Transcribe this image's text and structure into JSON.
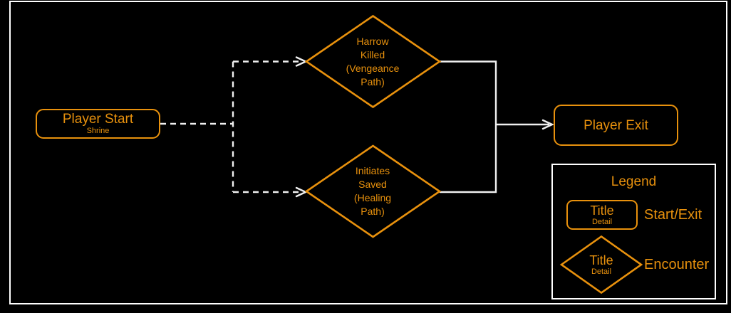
{
  "colors": {
    "accent": "#E8910D",
    "line": "#F0F0F0",
    "frame": "#FFFFFF",
    "background": "#000000"
  },
  "nodes": {
    "start": {
      "title": "Player Start",
      "detail": "Shrine"
    },
    "encounter_vengeance": {
      "lines": [
        "Harrow",
        "Killed",
        "(Vengeance",
        "Path)"
      ]
    },
    "encounter_healing": {
      "lines": [
        "Initiates",
        "Saved",
        "(Healing",
        "Path)"
      ]
    },
    "exit": {
      "title": "Player Exit"
    }
  },
  "edges": [
    {
      "from": "Player Start",
      "to": "Harrow Killed (Vengeance Path)",
      "style": "dashed"
    },
    {
      "from": "Player Start",
      "to": "Initiates Saved (Healing Path)",
      "style": "dashed"
    },
    {
      "from": "Harrow Killed (Vengeance Path)",
      "to": "Player Exit",
      "style": "solid"
    },
    {
      "from": "Initiates Saved (Healing Path)",
      "to": "Player Exit",
      "style": "solid"
    }
  ],
  "legend": {
    "title": "Legend",
    "items": [
      {
        "shape": "rounded-rectangle",
        "sample_title": "Title",
        "sample_detail": "Detail",
        "label": "Start/Exit"
      },
      {
        "shape": "diamond",
        "sample_title": "Title",
        "sample_detail": "Detail",
        "label": "Encounter"
      }
    ]
  }
}
